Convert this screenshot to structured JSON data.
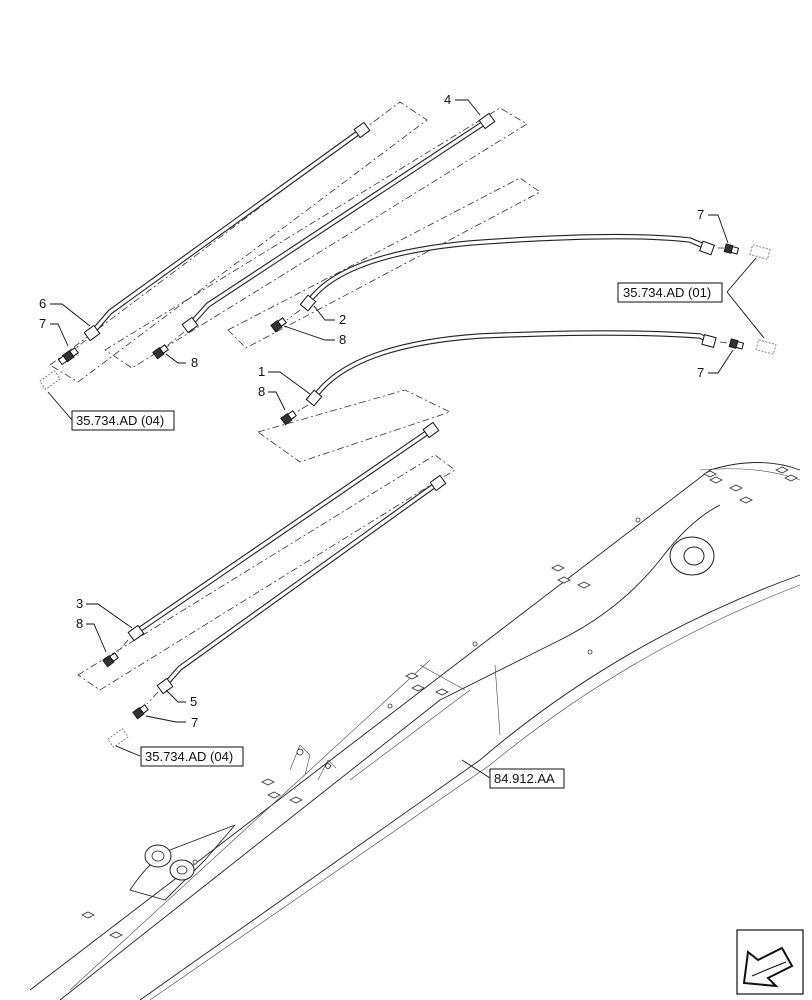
{
  "callouts": {
    "c1": "1",
    "c2": "2",
    "c3": "3",
    "c4": "4",
    "c5": "5",
    "c6": "6",
    "c7a": "7",
    "c7b": "7",
    "c7c": "7",
    "c7d": "7",
    "c8a": "8",
    "c8b": "8",
    "c8c": "8",
    "c8d": "8"
  },
  "references": {
    "ref_top_right": "35.734.AD (01)",
    "ref_left_upper": "35.734.AD (04)",
    "ref_left_lower": "35.734.AD (04)",
    "ref_boom": "84.912.AA"
  },
  "icons": {
    "orientation": "arrow-navigation-icon"
  }
}
